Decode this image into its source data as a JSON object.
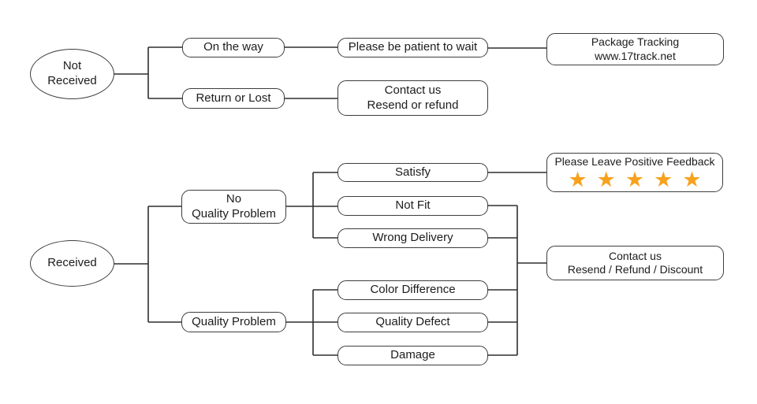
{
  "colors": {
    "star": "#F7A21C",
    "line": "#2E2E2E",
    "box_border": "#3D3D3D",
    "background": "#FFFFFF",
    "text": "#1C1C1C"
  },
  "nodes": {
    "not_received": {
      "line1": "Not",
      "line2": "Received"
    },
    "on_the_way": {
      "line1": "On the way"
    },
    "return_or_lost": {
      "line1": "Return or Lost"
    },
    "please_be_patient": {
      "line1": "Please be patient to wait"
    },
    "package_tracking": {
      "line1": "Package Tracking",
      "line2": "www.17track.net"
    },
    "contact_us_top": {
      "line1": "Contact us",
      "line2": "Resend or refund"
    },
    "received": {
      "line1": "Received"
    },
    "no_quality_problem": {
      "line1": "No",
      "line2": "Quality Problem"
    },
    "quality_problem": {
      "line1": "Quality Problem"
    },
    "satisfy": {
      "line1": "Satisfy"
    },
    "not_fit": {
      "line1": "Not Fit"
    },
    "wrong_delivery": {
      "line1": "Wrong Delivery"
    },
    "color_difference": {
      "line1": "Color Difference"
    },
    "quality_defect": {
      "line1": "Quality Defect"
    },
    "damage": {
      "line1": "Damage"
    },
    "feedback": {
      "line1": "Please Leave Positive Feedback"
    },
    "contact_us_bottom": {
      "line1": "Contact us",
      "line2": "Resend / Refund / Discount"
    }
  },
  "feedback": {
    "stars": 5,
    "star_glyph": "★"
  }
}
